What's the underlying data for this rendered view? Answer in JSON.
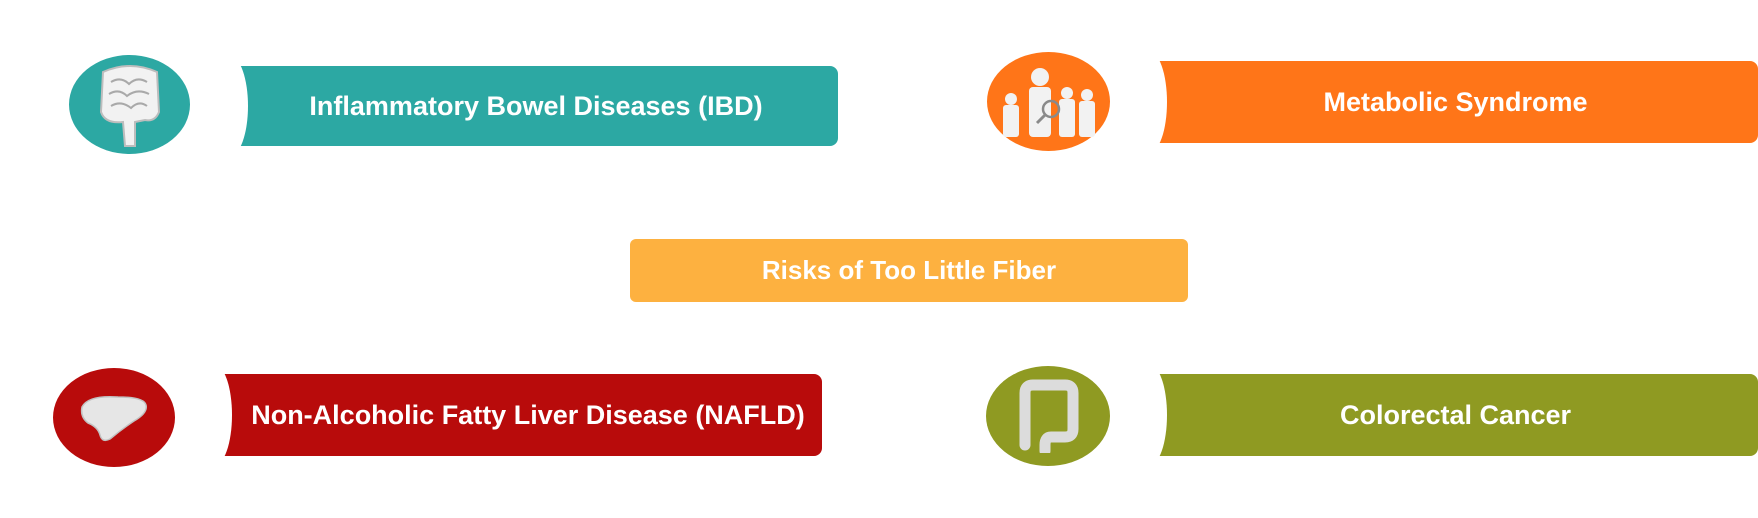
{
  "colors": {
    "ibd": "#2ca8a3",
    "metabolic": "#ff7518",
    "nafld": "#b80b0b",
    "colorectal": "#8f9a22",
    "center": "#fdb140",
    "icon_fill": "#f0f0f0"
  },
  "center": {
    "label": "Risks of Too Little Fiber"
  },
  "risks": [
    {
      "label": "Inflammatory Bowel Diseases (IBD)",
      "icon": "intestines-icon"
    },
    {
      "label": "Metabolic Syndrome",
      "icon": "people-magnifier-icon"
    },
    {
      "label": "Non-Alcoholic Fatty Liver Disease (NAFLD)",
      "icon": "liver-icon"
    },
    {
      "label": "Colorectal Cancer",
      "icon": "colon-icon"
    }
  ]
}
